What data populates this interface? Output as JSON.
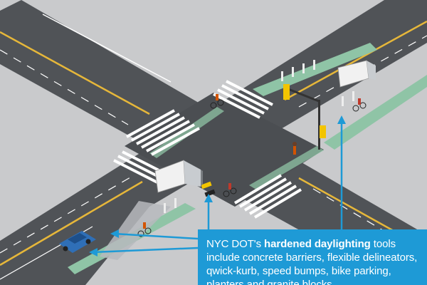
{
  "callout": {
    "part1": "NYC DOT's ",
    "highlight": "hardened daylighting",
    "part2": " tools include concrete barriers, flexible delineators, qwick-kurb, speed bumps, bike parking, planters and granite blocks"
  },
  "colors": {
    "background": "#c9cacc",
    "road": "#505357",
    "bike_lane": "#8fc4a6",
    "lane_marking": "#ffffff",
    "center_line": "#e6b73a",
    "callout_background": "#1e9ad6",
    "callout_text": "#ffffff",
    "traffic_signal": "#f3c400"
  },
  "icons": {
    "truck": "box-truck-icon",
    "car": "sedan-icon",
    "cyclist": "cyclist-icon",
    "pedestrian": "pedestrian-icon",
    "signal": "traffic-signal-icon",
    "speed_bump": "speed-bump-icon",
    "bike_symbol": "bike-lane-symbol-icon"
  }
}
